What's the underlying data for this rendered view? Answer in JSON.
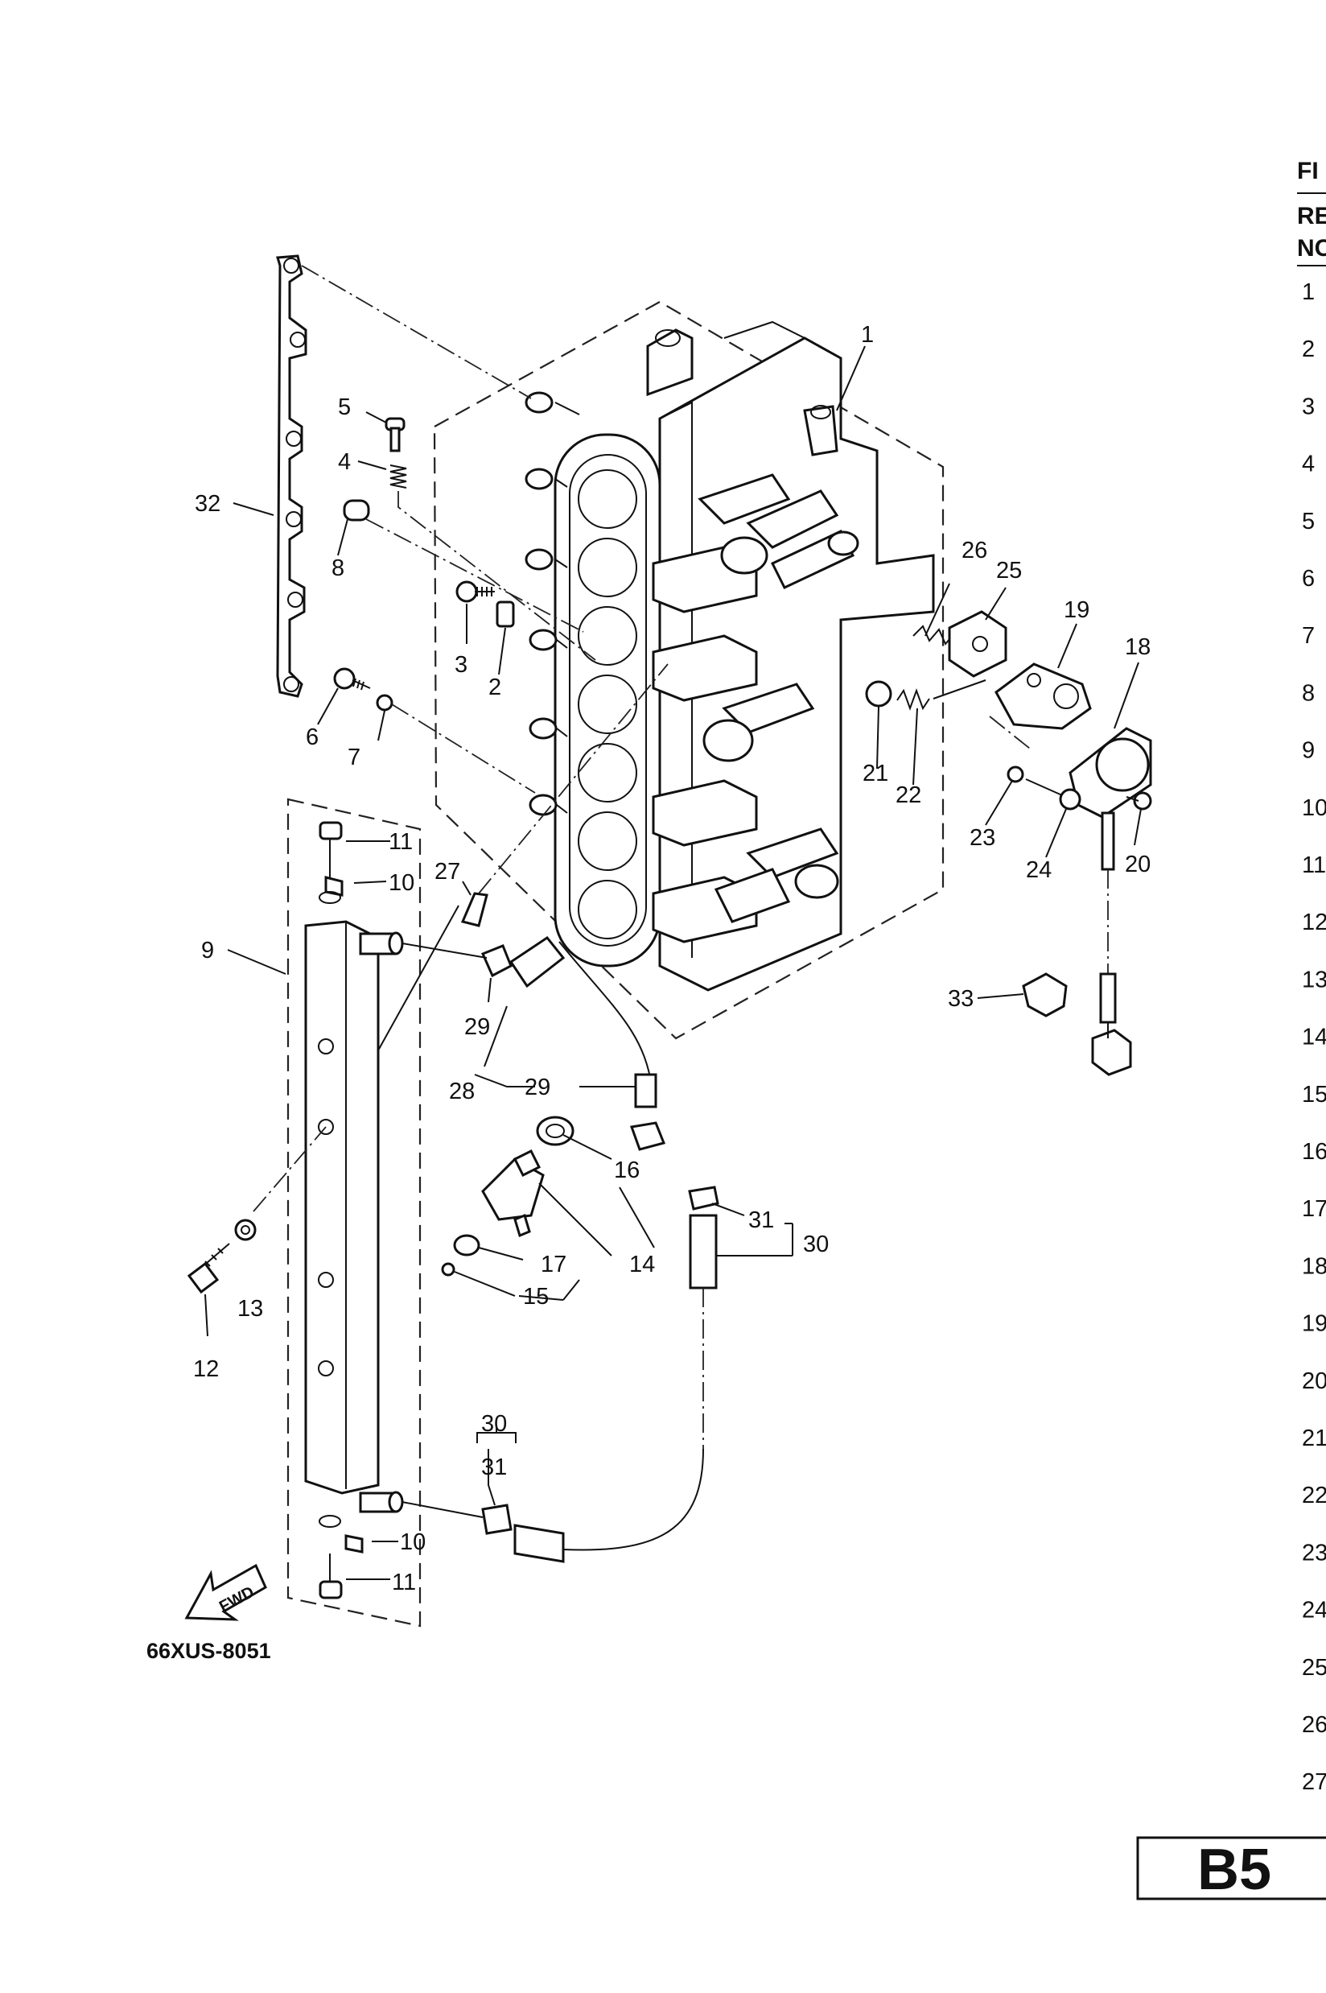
{
  "diagram_code": "66XUS-8051",
  "fwd_label": "FWD",
  "page_badge": "B5",
  "table_header": [
    "FI",
    "RE",
    "NC"
  ],
  "row_numbers": [
    "1",
    "2",
    "3",
    "4",
    "5",
    "6",
    "7",
    "8",
    "9",
    "10",
    "11",
    "12",
    "13",
    "14",
    "15",
    "16",
    "17",
    "18",
    "19",
    "20",
    "21",
    "22",
    "23",
    "24",
    "25",
    "26",
    "27"
  ],
  "callouts": [
    "1",
    "2",
    "3",
    "4",
    "5",
    "6",
    "7",
    "8",
    "9",
    "10",
    "11",
    "12",
    "13",
    "14",
    "15",
    "16",
    "17",
    "18",
    "19",
    "20",
    "21",
    "22",
    "23",
    "24",
    "25",
    "26",
    "27",
    "28",
    "29",
    "29",
    "30",
    "30",
    "31",
    "31",
    "32",
    "33",
    "10",
    "11"
  ]
}
